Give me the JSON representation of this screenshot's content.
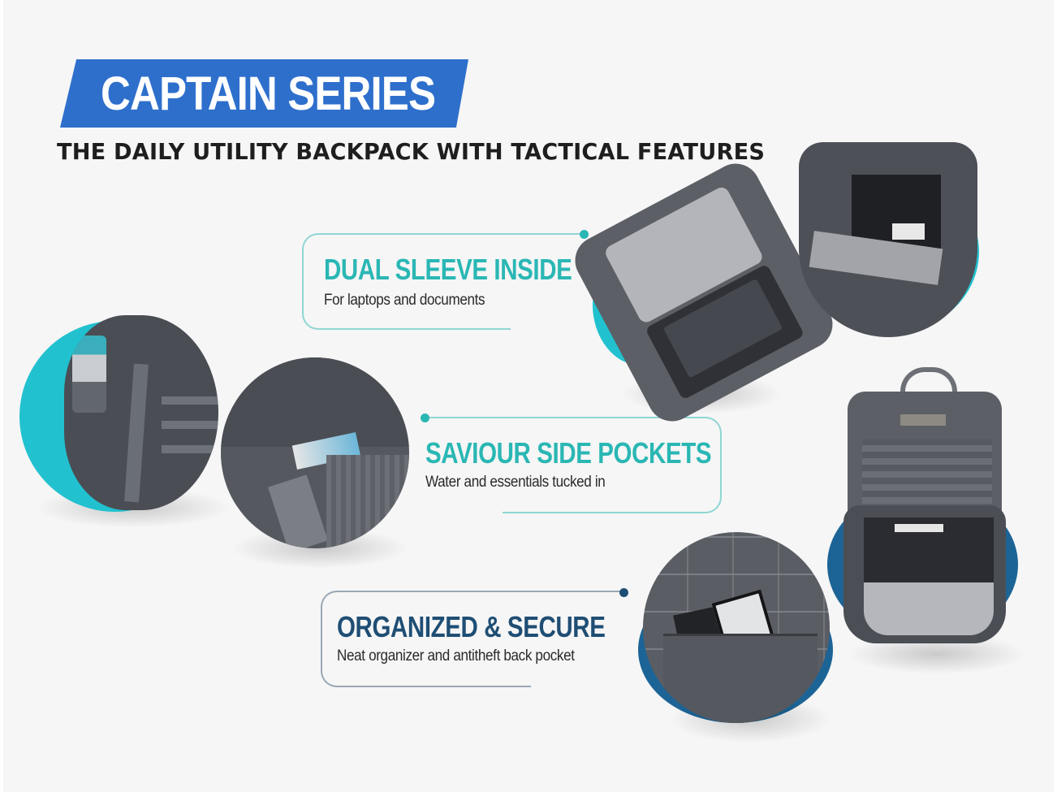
{
  "header": {
    "banner_title": "CAPTAIN SERIES",
    "subtitle": "THE DAILY UTILITY BACKPACK WITH TACTICAL FEATURES"
  },
  "features": [
    {
      "title": "DUAL SLEEVE INSIDE",
      "description": "For laptops and documents",
      "accent": "#2ab7b4"
    },
    {
      "title": "SAVIOUR SIDE POCKETS",
      "description": "Water and essentials tucked in",
      "accent": "#2ab7b4"
    },
    {
      "title": "ORGANIZED & SECURE",
      "description": "Neat organizer and antitheft back pocket",
      "accent": "#1f4e74"
    }
  ],
  "images": [
    {
      "name": "open-backpack-dual-sleeve"
    },
    {
      "name": "laptop-sleeve-closeup"
    },
    {
      "name": "side-pocket-water-bottle"
    },
    {
      "name": "side-pocket-essentials"
    },
    {
      "name": "antitheft-back-pocket"
    },
    {
      "name": "organizer-front-compartment"
    }
  ],
  "colors": {
    "banner_blue": "#2e6fcc",
    "teal": "#2ab7b4",
    "cyan_circle": "#22c1cf",
    "navy": "#1f4e74",
    "background": "#f6f6f6",
    "bag_gray": "#5a5d63"
  }
}
